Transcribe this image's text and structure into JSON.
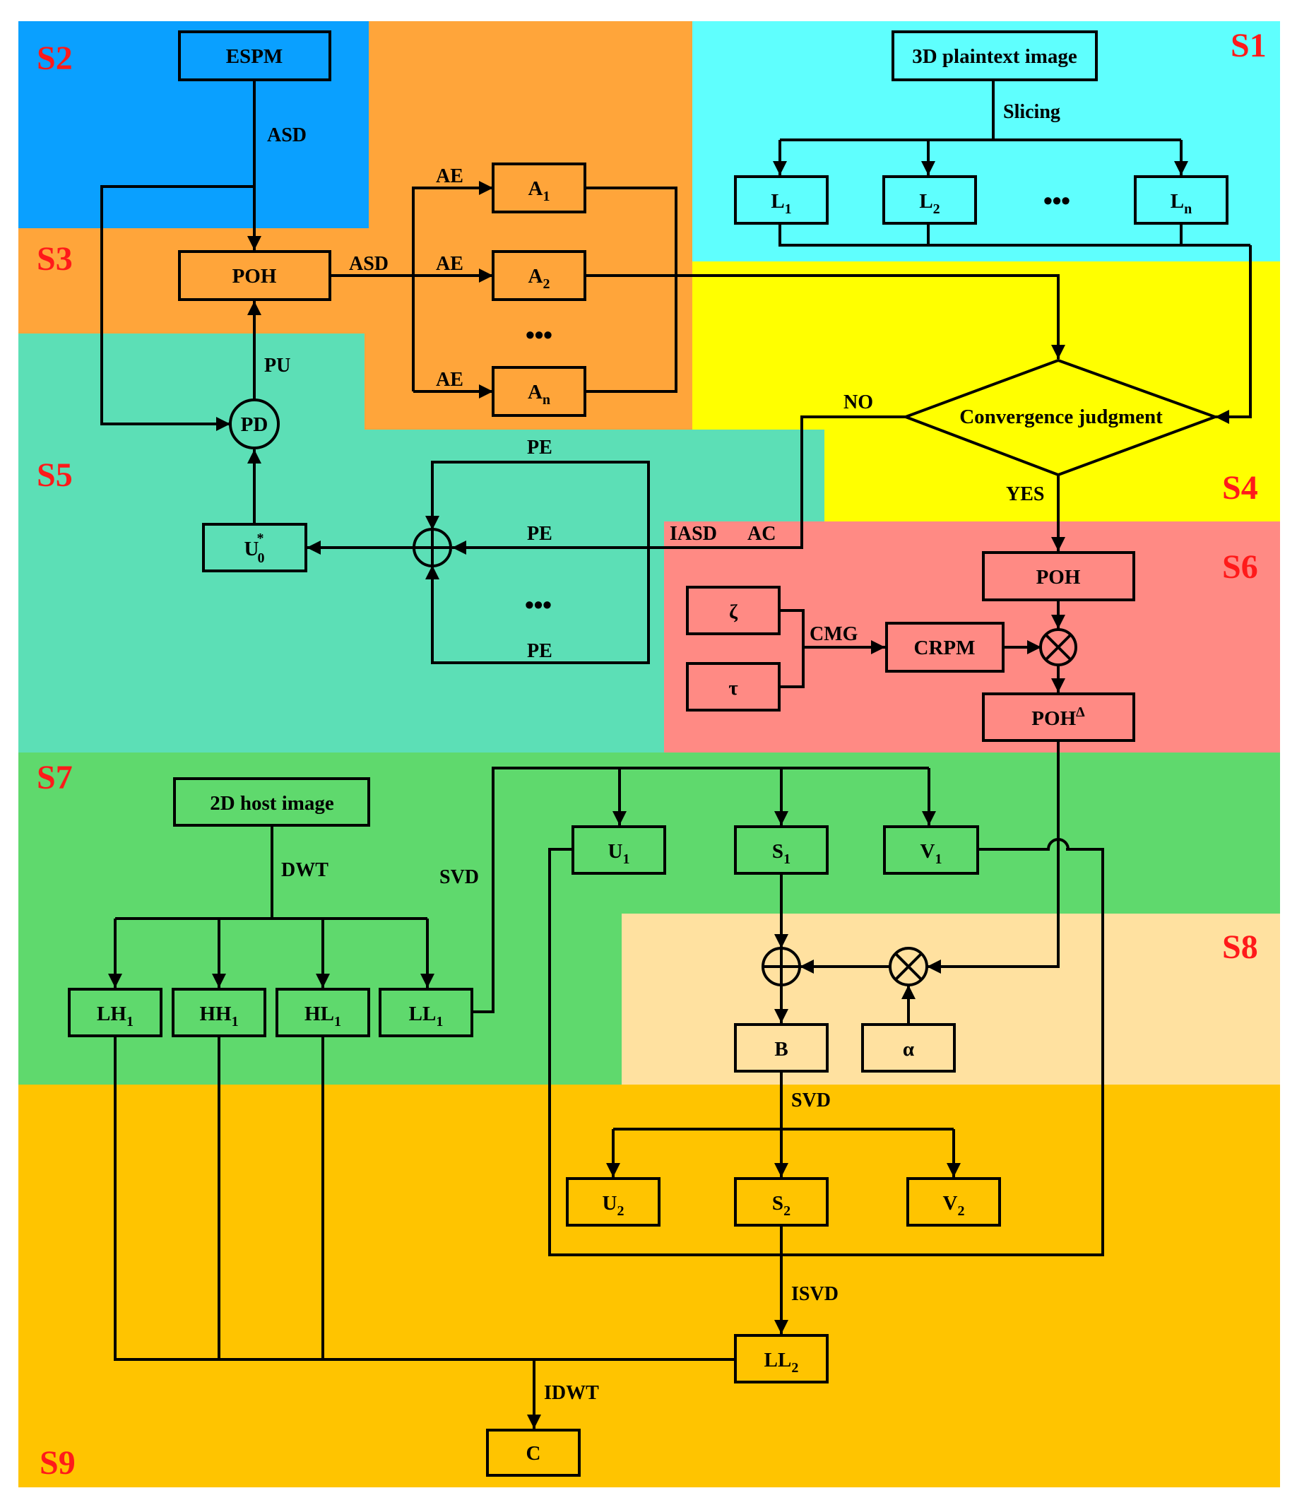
{
  "sections": [
    "S1",
    "S2",
    "S3",
    "S4",
    "S5",
    "S6",
    "S7",
    "S8",
    "S9"
  ],
  "nodes": {
    "espm": "ESPM",
    "plaintext": "3D plaintext image",
    "L": "L",
    "a": "A",
    "sub1": "1",
    "sub2": "2",
    "subn": "n",
    "sub0": "0",
    "star": "*",
    "poh": "POH",
    "pd": "PD",
    "u0": "U",
    "convergence": "Convergence judgment",
    "zeta": "ζ",
    "tau": "τ",
    "crpm": "CRPM",
    "poh_delta": "POH",
    "delta": "Δ",
    "host": "2D host image",
    "LH": "LH",
    "HH": "HH",
    "HL": "HL",
    "LL": "LL",
    "U": "U",
    "S": "S",
    "V": "V",
    "B": "B",
    "alpha": "α",
    "C": "C",
    "ellipsis": "•••"
  },
  "labels": {
    "asd": "ASD",
    "slicing": "Slicing",
    "ae": "AE",
    "pu": "PU",
    "no": "NO",
    "yes": "YES",
    "pe": "PE",
    "iasd": "IASD",
    "ac": "AC",
    "cmg": "CMG",
    "dwt": "DWT",
    "svd": "SVD",
    "isvd": "ISVD",
    "idwt": "IDWT"
  },
  "colors": {
    "s2_blue": "#0aa0ff",
    "s3_orange": "#ffa53a",
    "s1_cyan": "#5ffffe",
    "s4_yellow": "#ffff00",
    "s5_teal": "#5cdfb6",
    "s6_salmon": "#ff8a84",
    "s7_green": "#5fd96d",
    "s8_cream": "#ffe1a0",
    "s9_gold": "#ffc400",
    "section_text": "#ff1a1a"
  }
}
